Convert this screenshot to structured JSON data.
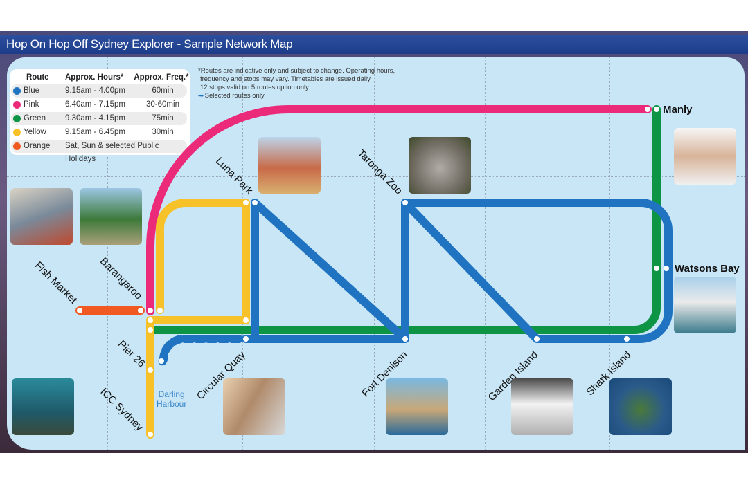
{
  "title": "Hop On Hop Off Sydney Explorer - Sample Network Map",
  "legend": {
    "headers": [
      "Route",
      "Approx. Hours*",
      "Approx. Freq.*"
    ],
    "rows": [
      {
        "route": "Blue",
        "hours": "9.15am - 4.00pm",
        "freq": "60min",
        "color": "#1f73c0"
      },
      {
        "route": "Pink",
        "hours": "6.40am - 7.15pm",
        "freq": "30-60min",
        "color": "#ec2a7a"
      },
      {
        "route": "Green",
        "hours": "9.30am - 4.15pm",
        "freq": "75min",
        "color": "#0d9445"
      },
      {
        "route": "Yellow",
        "hours": "9.15am - 6.45pm",
        "freq": "30min",
        "color": "#f7c12a"
      },
      {
        "route": "Orange",
        "hours": "Sat, Sun & selected Public Holidays",
        "freq": "",
        "color": "#f05a22"
      }
    ]
  },
  "notes": [
    "*Routes are indicative only and subject to change. Operating hours,",
    "frequency and stops may vary. Timetables are issued daily.",
    "12 stops valid on 5 routes option only.",
    "Selected routes only"
  ],
  "stops": {
    "fish_market": "Fish Market",
    "barangaroo": "Barangaroo",
    "pier26": "Pier 26",
    "icc": "ICC Sydney",
    "luna_park": "Luna Park",
    "taronga": "Taronga Zoo",
    "circular_quay": "Circular Quay",
    "fort_denison": "Fort Denison",
    "garden_island": "Garden Island",
    "shark_island": "Shark Island",
    "manly": "Manly",
    "watsons_bay": "Watsons Bay",
    "darling_harbour_1": "Darling",
    "darling_harbour_2": "Harbour"
  }
}
